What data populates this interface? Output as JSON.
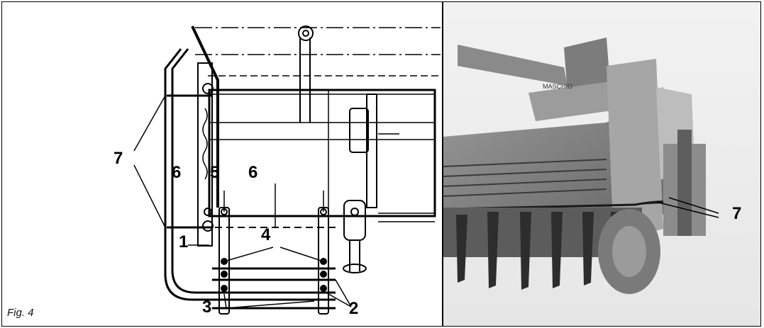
{
  "figure": {
    "caption": "Fig. 4",
    "callouts": {
      "c1": "1",
      "c2": "2",
      "c3": "3",
      "c4": "4",
      "c5": "5",
      "c6a": "6",
      "c6b": "6",
      "c7_left": "7",
      "c7_right": "7"
    },
    "photo_brand_text": "MASCHIO"
  }
}
